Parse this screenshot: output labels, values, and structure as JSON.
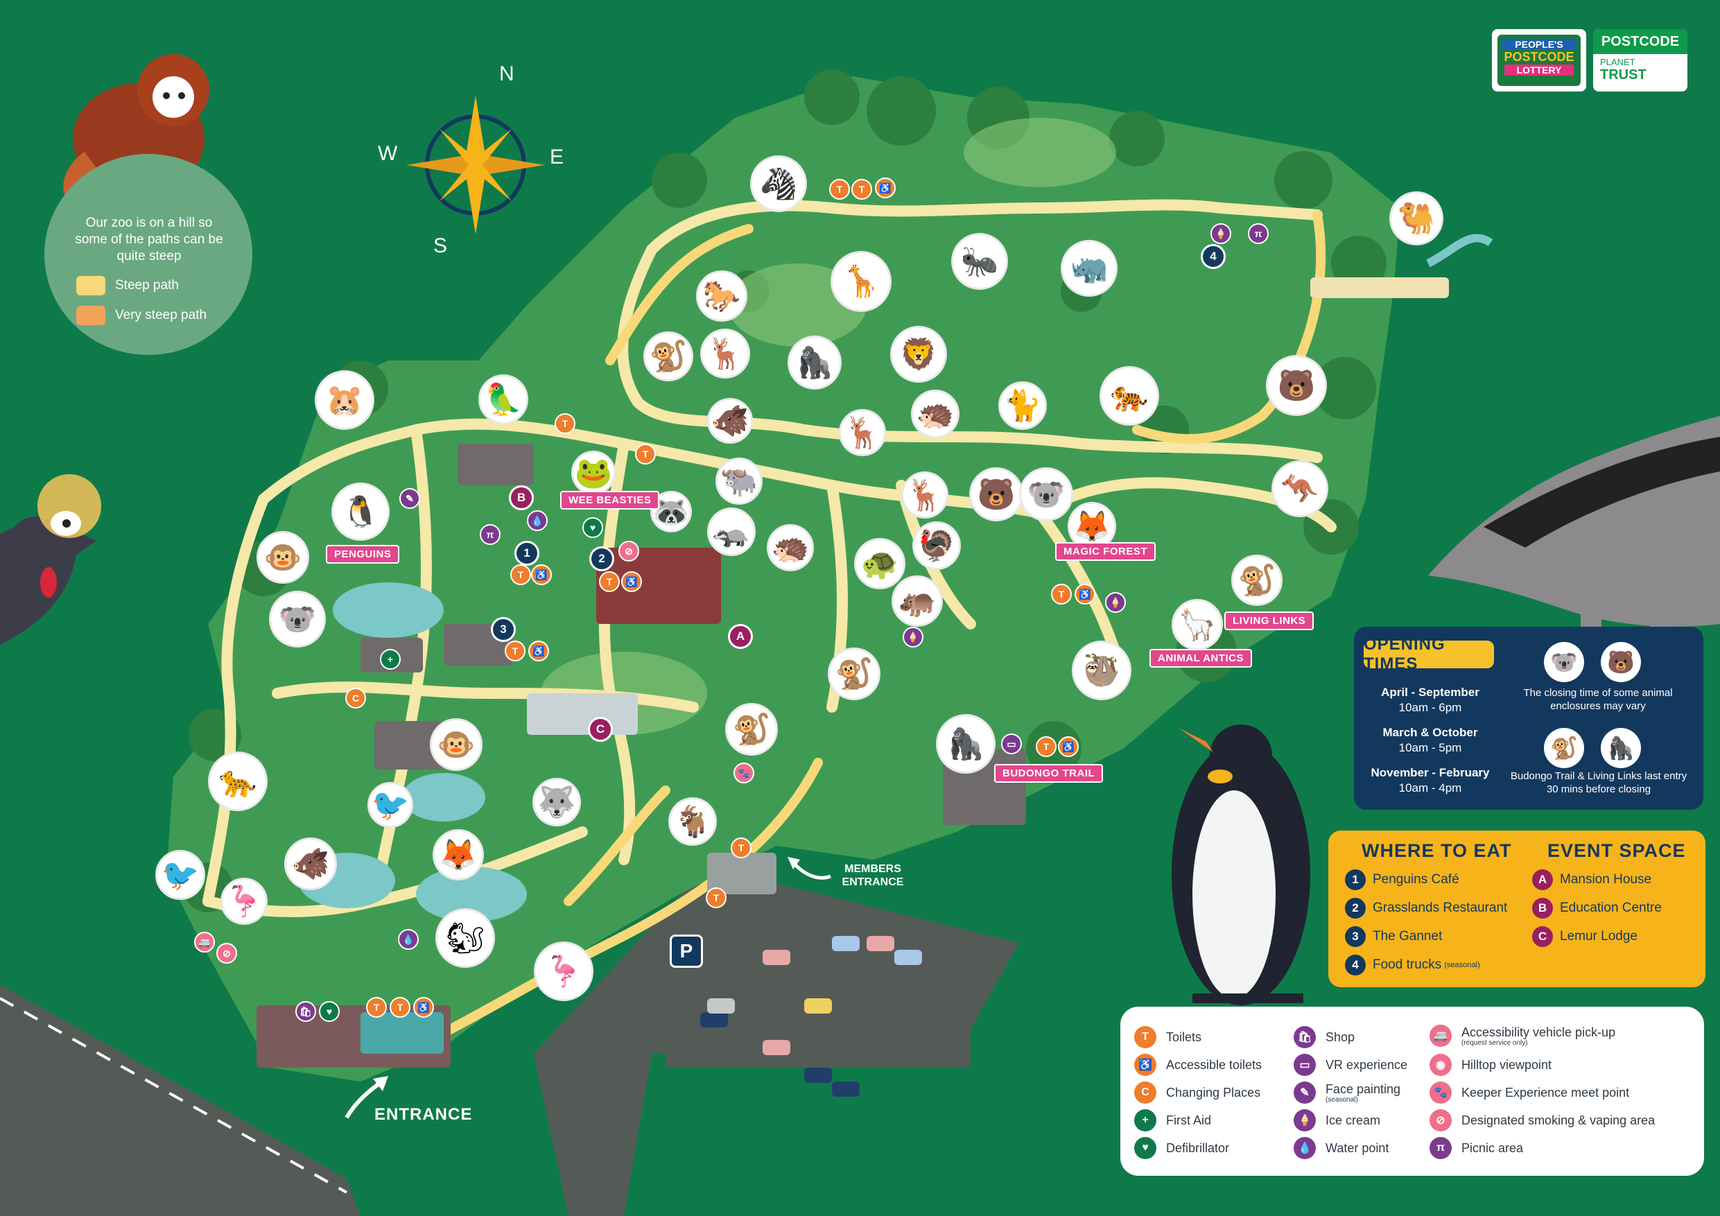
{
  "steep": {
    "intro": "Our zoo is on a hill so some of the paths can be quite steep",
    "items": [
      {
        "label": "Steep path",
        "color": "#f8d878"
      },
      {
        "label": "Very steep path",
        "color": "#f2a35a"
      }
    ]
  },
  "compass": {
    "n": "N",
    "s": "S",
    "e": "E",
    "w": "W"
  },
  "logos": {
    "ppl": [
      "PEOPLE'S",
      "POSTCODE",
      "LOTTERY"
    ],
    "ppt": [
      "POSTCODE",
      "PLANET",
      "TRUST"
    ]
  },
  "map_labels": {
    "penguins": "PENGUINS",
    "wee_beasties": "WEE BEASTIES",
    "magic_forest": "MAGIC FOREST",
    "living_links": "LIVING LINKS",
    "animal_antics": "ANIMAL ANTICS",
    "budongo_trail": "BUDONGO TRAIL",
    "members_entrance": "MEMBERS ENTRANCE",
    "entrance": "ENTRANCE",
    "parking": "P"
  },
  "badges": {
    "eat": [
      "1",
      "2",
      "3",
      "4"
    ],
    "event": [
      "A",
      "B",
      "C"
    ]
  },
  "opening": {
    "title": "OPENING TIMES",
    "rows": [
      {
        "period": "April - September",
        "hours": "10am - 6pm"
      },
      {
        "period": "March & October",
        "hours": "10am - 5pm"
      },
      {
        "period": "November - February",
        "hours": "10am - 4pm"
      }
    ],
    "note1": "The closing time of some animal enclosures may vary",
    "note2": "Budongo Trail & Living Links last entry 30 mins before closing"
  },
  "eat": {
    "heading": "WHERE TO EAT",
    "items": [
      {
        "num": "1",
        "name": "Penguins Café",
        "extra": ""
      },
      {
        "num": "2",
        "name": "Grasslands Restaurant",
        "extra": ""
      },
      {
        "num": "3",
        "name": "The Gannet",
        "extra": ""
      },
      {
        "num": "4",
        "name": "Food trucks",
        "extra": "(seasonal)"
      }
    ]
  },
  "events": {
    "heading": "EVENT SPACE",
    "items": [
      {
        "letter": "A",
        "name": "Mansion House"
      },
      {
        "letter": "B",
        "name": "Education Centre"
      },
      {
        "letter": "C",
        "name": "Lemur Lodge"
      }
    ]
  },
  "facilities": {
    "col1": [
      {
        "label": "Toilets",
        "icon": "toilets-icon",
        "color": "#ef7d2b",
        "sub": ""
      },
      {
        "label": "Accessible toilets",
        "icon": "accessible-toilet-icon",
        "color": "#ef7d2b",
        "sub": ""
      },
      {
        "label": "Changing Places",
        "icon": "changing-places-icon",
        "color": "#ef7d2b",
        "sub": ""
      },
      {
        "label": "First Aid",
        "icon": "first-aid-icon",
        "color": "#0e7a4a",
        "sub": ""
      },
      {
        "label": "Defibrillator",
        "icon": "defibrillator-icon",
        "color": "#0e7a4a",
        "sub": ""
      }
    ],
    "col2": [
      {
        "label": "Shop",
        "icon": "shop-icon",
        "color": "#7b3a8f",
        "sub": ""
      },
      {
        "label": "VR experience",
        "icon": "vr-icon",
        "color": "#7b3a8f",
        "sub": ""
      },
      {
        "label": "Face painting",
        "icon": "face-painting-icon",
        "color": "#7b3a8f",
        "sub": "(seasonal)"
      },
      {
        "label": "Ice cream",
        "icon": "ice-cream-icon",
        "color": "#7b3a8f",
        "sub": ""
      },
      {
        "label": "Water point",
        "icon": "water-point-icon",
        "color": "#7b3a8f",
        "sub": ""
      }
    ],
    "col3": [
      {
        "label": "Accessibility vehicle pick-up",
        "icon": "vehicle-pickup-icon",
        "color": "#ef6e8c",
        "sub": "(request service only)"
      },
      {
        "label": "Hilltop viewpoint",
        "icon": "viewpoint-icon",
        "color": "#ef6e8c",
        "sub": ""
      },
      {
        "label": "Keeper Experience meet point",
        "icon": "keeper-paw-icon",
        "color": "#ef6e8c",
        "sub": ""
      },
      {
        "label": "Designated smoking & vaping area",
        "icon": "smoking-icon",
        "color": "#ef6e8c",
        "sub": ""
      },
      {
        "label": "Picnic area",
        "icon": "picnic-icon",
        "color": "#7b3a8f",
        "sub": ""
      }
    ]
  },
  "colors": {
    "background": "#0e7a4a",
    "map_land": "#3f9b53",
    "path": "#f5e8a8",
    "opening_panel": "#13385e",
    "eat_panel": "#f6b31a",
    "label_pink": "#e3468d"
  }
}
